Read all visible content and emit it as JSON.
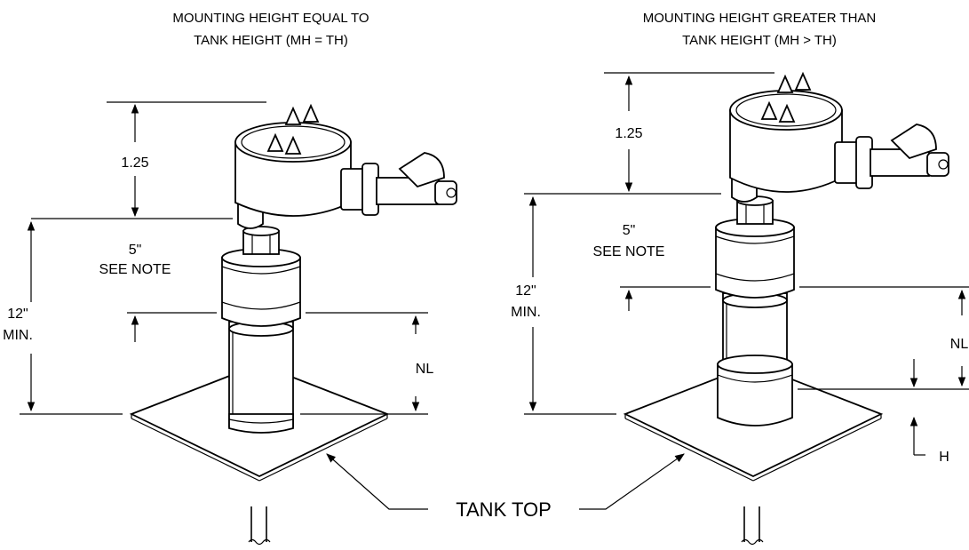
{
  "left_view": {
    "title_line1": "MOUNTING HEIGHT EQUAL TO",
    "title_line2": "TANK HEIGHT (MH = TH)",
    "dim_head": "1.25",
    "dim_note_line1": "5\"",
    "dim_note_line2": "SEE NOTE",
    "dim_min_line1": "12\"",
    "dim_min_line2": "MIN.",
    "dim_nl": "NL"
  },
  "right_view": {
    "title_line1": "MOUNTING HEIGHT GREATER THAN",
    "title_line2": "TANK HEIGHT (MH > TH)",
    "dim_head": "1.25",
    "dim_note_line1": "5\"",
    "dim_note_line2": "SEE NOTE",
    "dim_min_line1": "12\"",
    "dim_min_line2": "MIN.",
    "dim_nl": "NL",
    "dim_h": "H"
  },
  "callout": {
    "tank_top": "TANK TOP"
  }
}
